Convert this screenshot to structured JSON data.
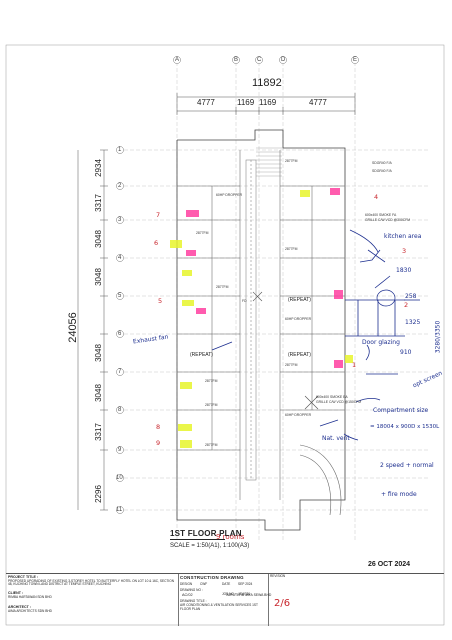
{
  "grid_columns": [
    "A",
    "B",
    "C",
    "D",
    "E"
  ],
  "grid_rows": [
    "1",
    "2",
    "3",
    "4",
    "5",
    "6",
    "7",
    "8",
    "9",
    "10",
    "11"
  ],
  "dims_top": {
    "overall": "11892",
    "segments": [
      "4777",
      "1169",
      "1169",
      "4777"
    ]
  },
  "dims_left": {
    "overall": "24056",
    "segments": [
      "2934",
      "3317",
      "3048",
      "3048",
      "3048",
      "3048",
      "3317",
      "2296"
    ]
  },
  "room_labels": {
    "repeat": "(REPEAT)"
  },
  "equipment_labels": {
    "fcu_1": "2877FM",
    "fcu_2": "2877FM",
    "fcu_3": "2877FM",
    "fcu_4": "2877FM",
    "fcu_5": "2877FM",
    "fcu_6": "2877FM",
    "fcu_7": "2877FM",
    "fcu_8": "2877FM",
    "dropper_1": "60HP DROPPER",
    "dropper_2": "60HP DROPPER",
    "dropper_3": "60HP DROPPER",
    "grille_1": "SDGR40 F/A",
    "grille_2": "SDGR40 F/A",
    "grille_3": "600x400 SMOKE FA",
    "grille_4": "GRILLE C/W VCD @300CFM",
    "grille_5": "600x400 SMOKE EA",
    "grille_6": "GRILLE C/W VCD @150CFM",
    "damper": "FD"
  },
  "plan_title": "1ST FLOOR PLAN",
  "plan_scale": "SCALE = 1:50(A1), 1:100(A3)",
  "plan_date": "26 OCT 2024",
  "annotations": {
    "rooms": "9 rooms",
    "exhaust_fan": "Exhaust fan",
    "kitchen": "kitchen area",
    "door_glazing": "Door glazing",
    "opt_screen": "opt screen",
    "compartment": "Compartment size",
    "compartment_dims": "= 18004 x 900D x 1530L",
    "nat_vent": "Nat. vent",
    "speed_note": "2 speed + normal",
    "fire_mode": "+ fire mode",
    "dim_1": "1830",
    "dim_2": "258",
    "dim_3": "1325",
    "dim_4": "3280/3350",
    "dim_5": "910",
    "num_7": "7",
    "num_6": "6",
    "num_5": "5",
    "num_4": "4",
    "num_3": "3",
    "num_2": "2",
    "num_8": "8",
    "num_9": "9",
    "num_1": "1"
  },
  "title_block": {
    "project_title_label": "PROJECT TITLE :",
    "project_title": "PROPOSED UPGRADING OF EXISTING 3-STOREY HOTEL TO BUTTERFLY HOTEL ON LOT 10 & 16C, SECTION 48, KUCHING TOWN LAND DISTRICT AT TEMPLE STREET, KUCHING",
    "client_label": "CLIENT :",
    "client": "RIMBA HARTAWAN SDN BHD",
    "architect_label": "ARCHITECT :",
    "architect": "AIMA ARCHITECTS SDN BHD",
    "stage": "CONSTRUCTION DRAWING",
    "revision_label": "REVISION",
    "design_label": "DESIGN",
    "design": "CWF",
    "date_label": "DATE",
    "date": "SEP 2024",
    "drawing_no_label": "DRAWING NO :",
    "drawing_no": "AC/02",
    "job_no_label": "JOB NO :",
    "job_no": "JSW326",
    "drawing_title_label": "DRAWING TITLE :",
    "drawing_title": "AIR CONDITIONING & VENTILATION SERVICES 1ST FLOOR PLAN",
    "engineer": "JURUTERA JAYA SEWA BHD",
    "sheet": "2/6"
  },
  "colors": {
    "line": "#555555",
    "markup_blue": "#1d2f8f",
    "markup_red": "#c8262d",
    "highlight_pink": "#ff3fa0",
    "highlight_yellow": "#e7f52b"
  }
}
